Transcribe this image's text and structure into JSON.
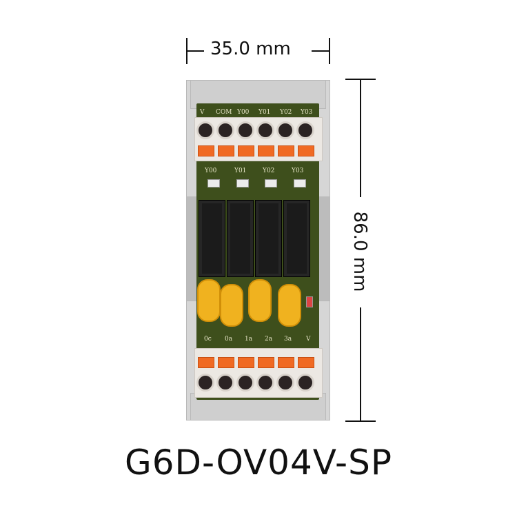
{
  "dimensions": {
    "width_label": "35.0 mm",
    "height_label": "86.0 mm"
  },
  "model_name": "G6D-OV04V-SP",
  "terminals_top": [
    "V",
    "COM",
    "Y00",
    "Y01",
    "Y02",
    "Y03"
  ],
  "led_labels": [
    "Y00",
    "Y01",
    "Y02",
    "Y03"
  ],
  "terminals_bottom": [
    "0c",
    "0a",
    "1a",
    "2a",
    "3a",
    "V"
  ],
  "colors": {
    "pcb": "#3e4f1c",
    "terminal_lever": "#f06a23",
    "varistor": "#f0b21f",
    "relay": "#1b1b1b",
    "rail": "#d6d6d6"
  }
}
